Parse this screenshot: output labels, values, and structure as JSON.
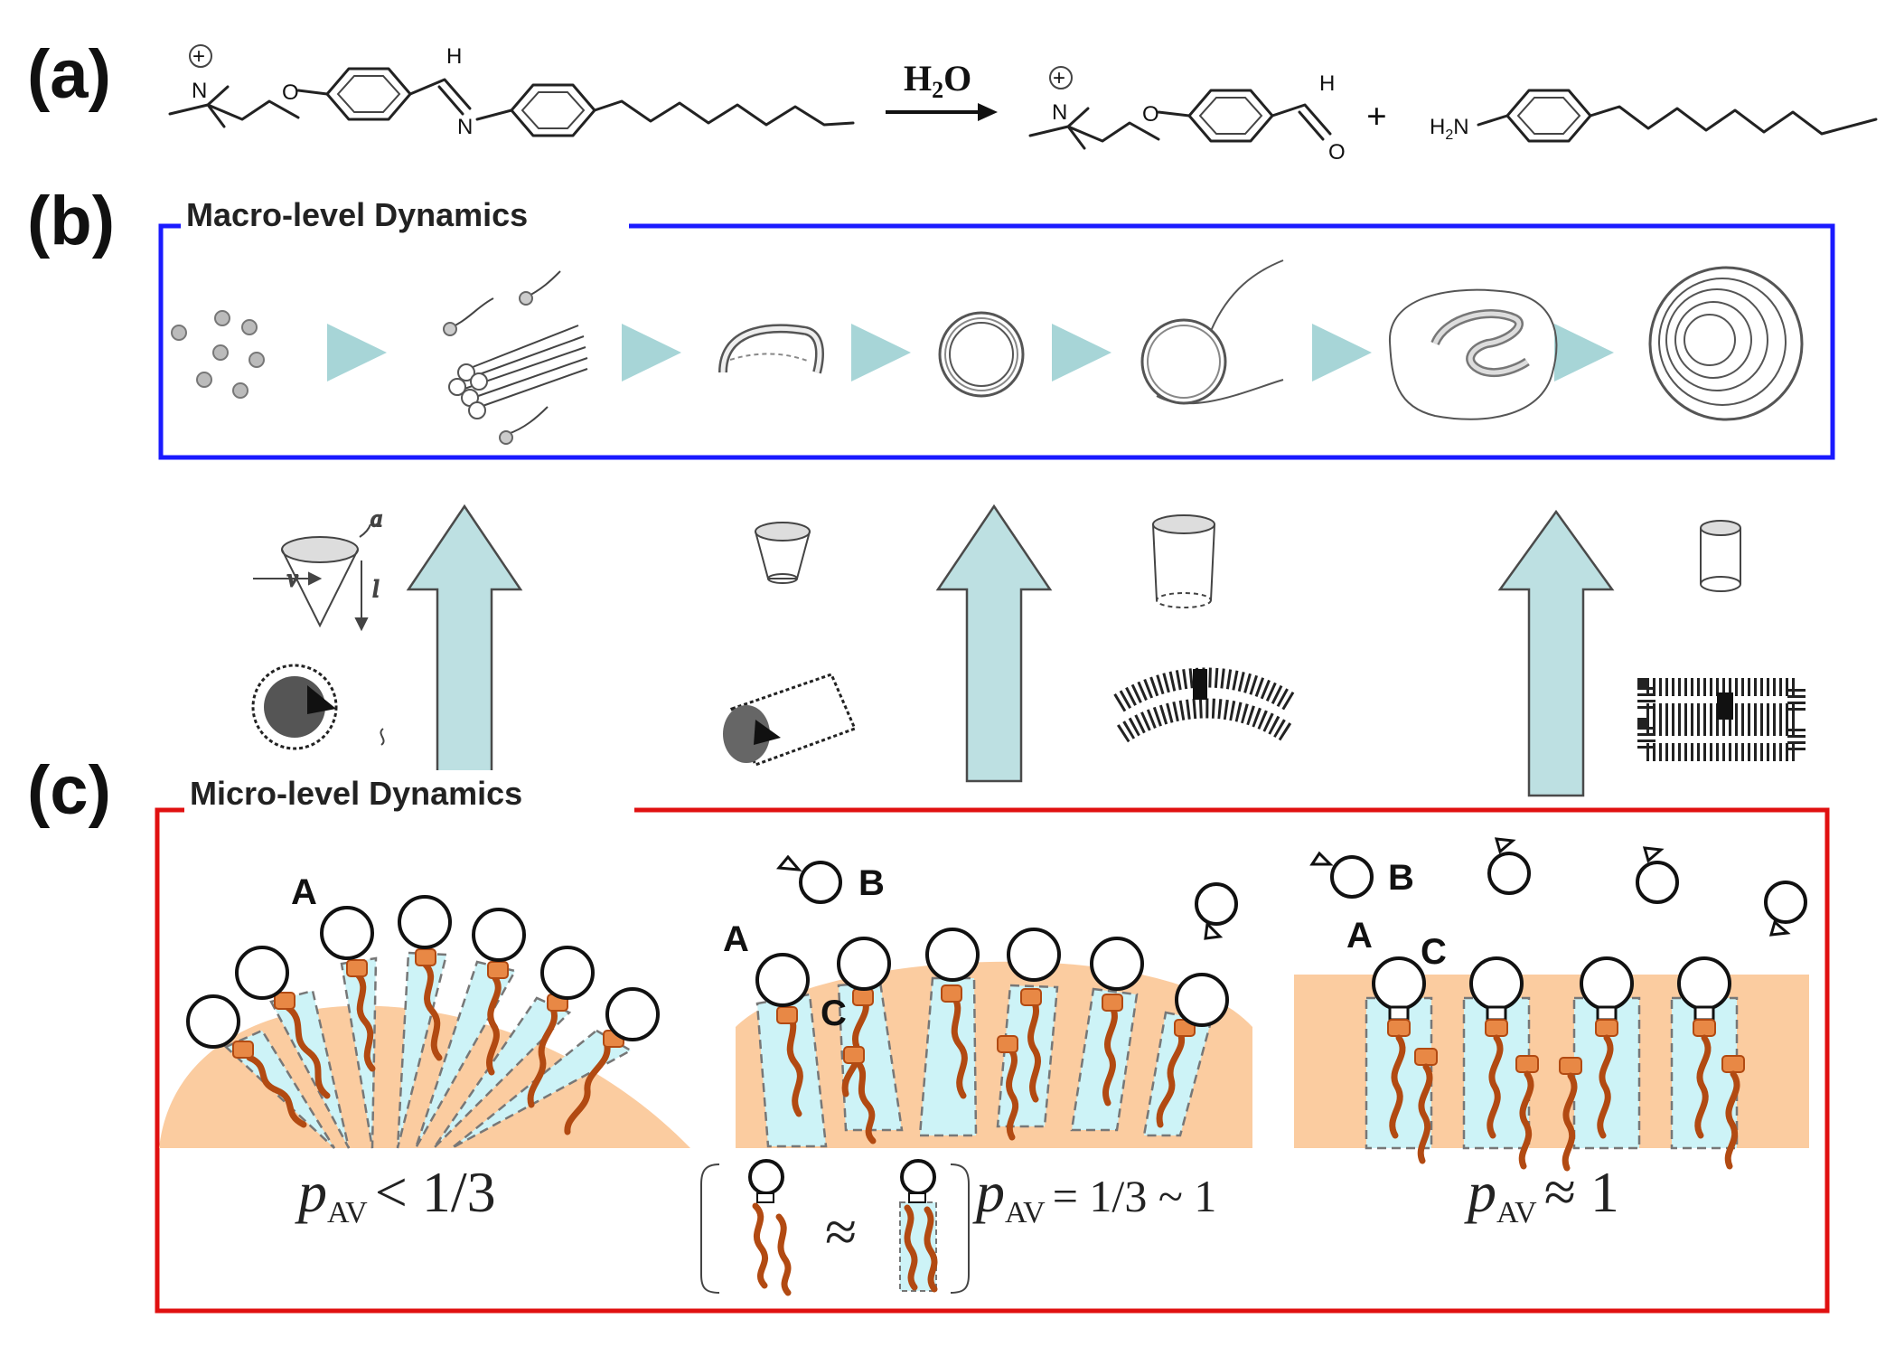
{
  "panels": {
    "a": {
      "letter": "(a)"
    },
    "b": {
      "letter": "(b)",
      "title": "Macro-level Dynamics",
      "frame_color": "#1a1aff"
    },
    "c": {
      "letter": "(c)",
      "title": "Micro-level Dynamics",
      "frame_color": "#e01010"
    }
  },
  "reaction": {
    "arrow_label": "H",
    "arrow_label_sub": "2",
    "arrow_label_end": "O",
    "plus": "+",
    "atom_h": "H",
    "atom_n": "N",
    "atom_o": "O",
    "charge": "+",
    "amine": "H",
    "amine_sub": "2",
    "amine_end": "N"
  },
  "geometry_labels": {
    "a": "a",
    "v": "v",
    "l": "l"
  },
  "micro": {
    "labels": {
      "a": "A",
      "b": "B",
      "c": "C"
    },
    "conditions": [
      {
        "p": "p",
        "sub": "AV",
        "rest": "< 1/3"
      },
      {
        "p": "p",
        "sub": "AV",
        "rest": "= 1/3 ~ 1"
      },
      {
        "p": "p",
        "sub": "AV",
        "rest": "≈ 1"
      }
    ],
    "approx": "≈"
  },
  "colors": {
    "surface": "#fbcca0",
    "wedge": "#cdf3f7",
    "tail": "#b24a12",
    "linker": "#e88845",
    "step_arrow": "#a7d5d7",
    "big_arrow": "#bde0e2"
  }
}
